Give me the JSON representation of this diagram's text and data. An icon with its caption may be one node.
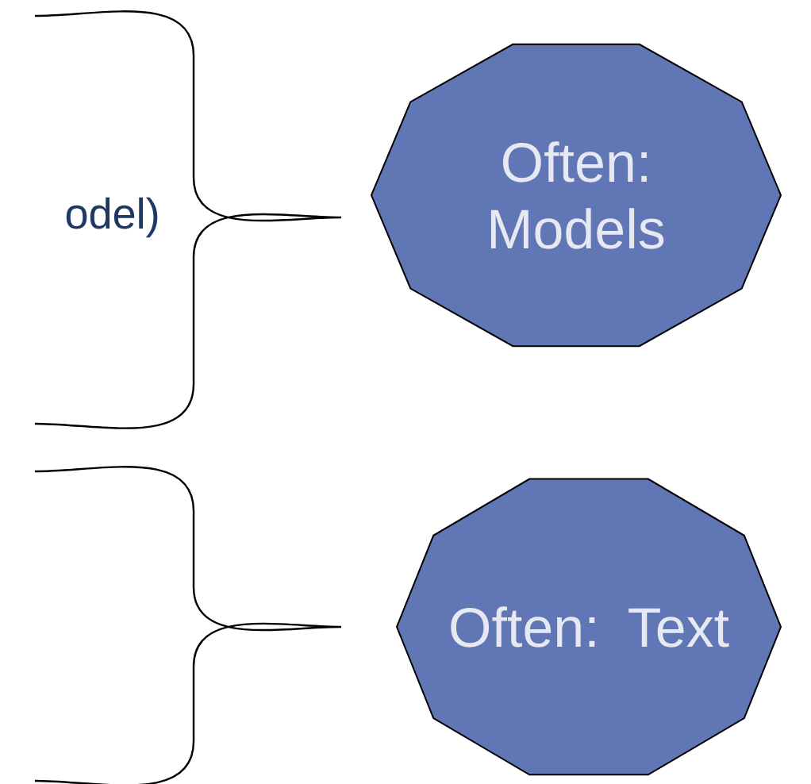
{
  "diagram": {
    "nodes": [
      {
        "text": [
          "Often: Models"
        ]
      },
      {
        "text": [
          "Often: Text"
        ]
      }
    ],
    "labels": [
      "odel)"
    ]
  }
}
